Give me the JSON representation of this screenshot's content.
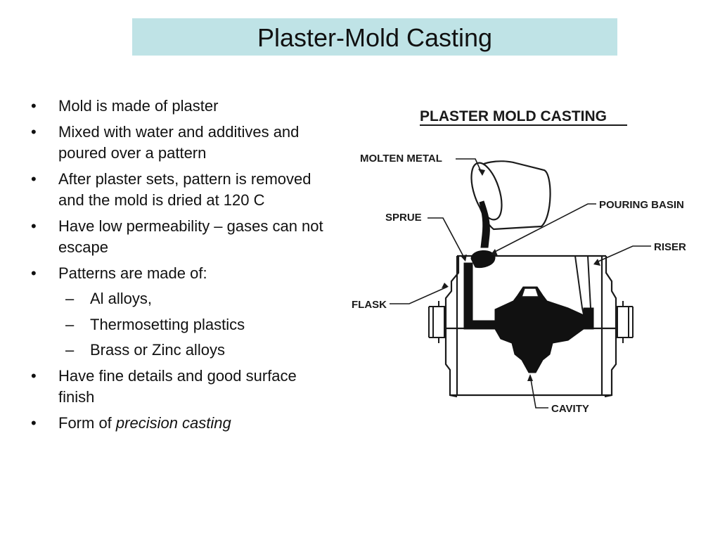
{
  "slide": {
    "title": "Plaster-Mold Casting",
    "bullets": [
      {
        "text": "Mold is made of plaster"
      },
      {
        "text": "Mixed with water and additives and poured over a pattern"
      },
      {
        "text": "After plaster sets, pattern is removed and the mold is dried at 120 C"
      },
      {
        "text": "Have low permeability – gases can not escape"
      },
      {
        "text": "Patterns are made of:",
        "sub": [
          "Al alloys,",
          "Thermosetting plastics",
          "Brass or Zinc alloys"
        ]
      },
      {
        "text": "Have fine details and good surface finish"
      },
      {
        "text_prefix": "Form of ",
        "text_emphasis": "precision casting"
      }
    ],
    "bullet_char": "•",
    "sub_bullet_char": "–"
  },
  "figure": {
    "heading": "PLASTER MOLD CASTING",
    "labels": {
      "molten_metal": "MOLTEN METAL",
      "sprue": "SPRUE",
      "pouring_basin": "POURING BASIN",
      "riser": "RISER",
      "flask": "FLASK",
      "cavity": "CAVITY"
    }
  },
  "colors": {
    "title_background": "#bfe3e6",
    "text": "#111111"
  }
}
